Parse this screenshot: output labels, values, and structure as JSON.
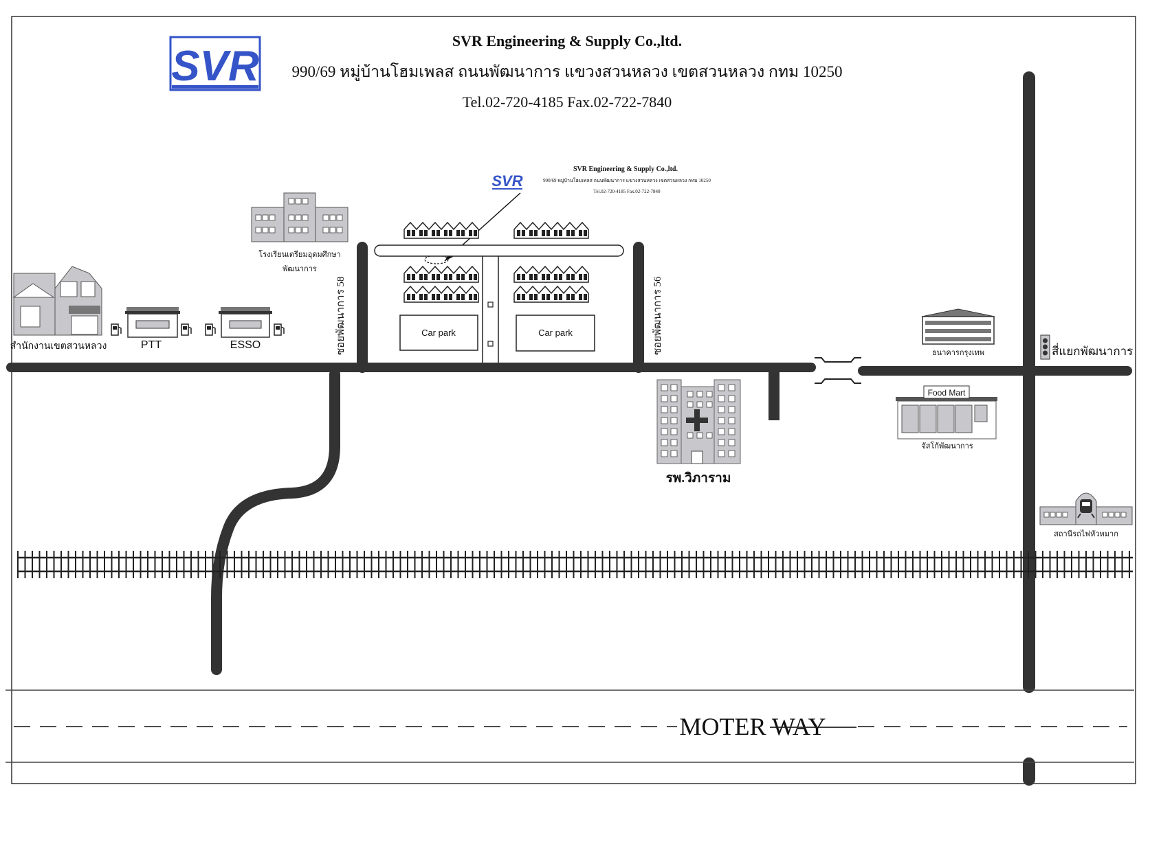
{
  "header": {
    "company_name": "SVR Engineering & Supply Co.,ltd.",
    "address": "990/69 หมู่บ้านโฮมเพลส ถนนพัฒนาการ  แขวงสวนหลวง เขตสวนหลวง  กทม 10250",
    "contact": "Tel.02-720-4185 Fax.02-722-7840",
    "logo_text": "SVR"
  },
  "callout": {
    "logo_text": "SVR",
    "company_name": "SVR Engineering & Supply Co.,ltd.",
    "address": "990/69 หมู่บ้านโฮมเพลส ถนนพัฒนาการ  แขวงสวนหลวง เขตสวนหลวง  กทม 10250",
    "contact": "Tel.02-720-4185 Fax.02-722-7840"
  },
  "labels": {
    "district_office": "สำนักงานเขตสวนหลวง",
    "ptt": "PTT",
    "esso": "ESSO",
    "school_line1": "โรงเรียนเตรียมอุดมศึกษา",
    "school_line2": "พัฒนาการ",
    "soi_58": "ซอยพัฒนาการ 58",
    "soi_56": "ซอยพัฒนาการ 56",
    "car_park_left": "Car park",
    "car_park_right": "Car park",
    "bank": "ธนาคารกรุงเทพ",
    "junction": "สี่แยกพัฒนาการ",
    "food_mart": "Food Mart",
    "food_mart_caption": "จัสโก้พัฒนาการ",
    "hospital": "รพ.วิภาราม",
    "station": "สถานีรถไฟหัวหมาก",
    "motorway": "MOTER WAY"
  },
  "colors": {
    "road": "#333333",
    "logo_blue": "#3554c8",
    "building_fill": "#c8c8cc",
    "ink": "#111111"
  }
}
